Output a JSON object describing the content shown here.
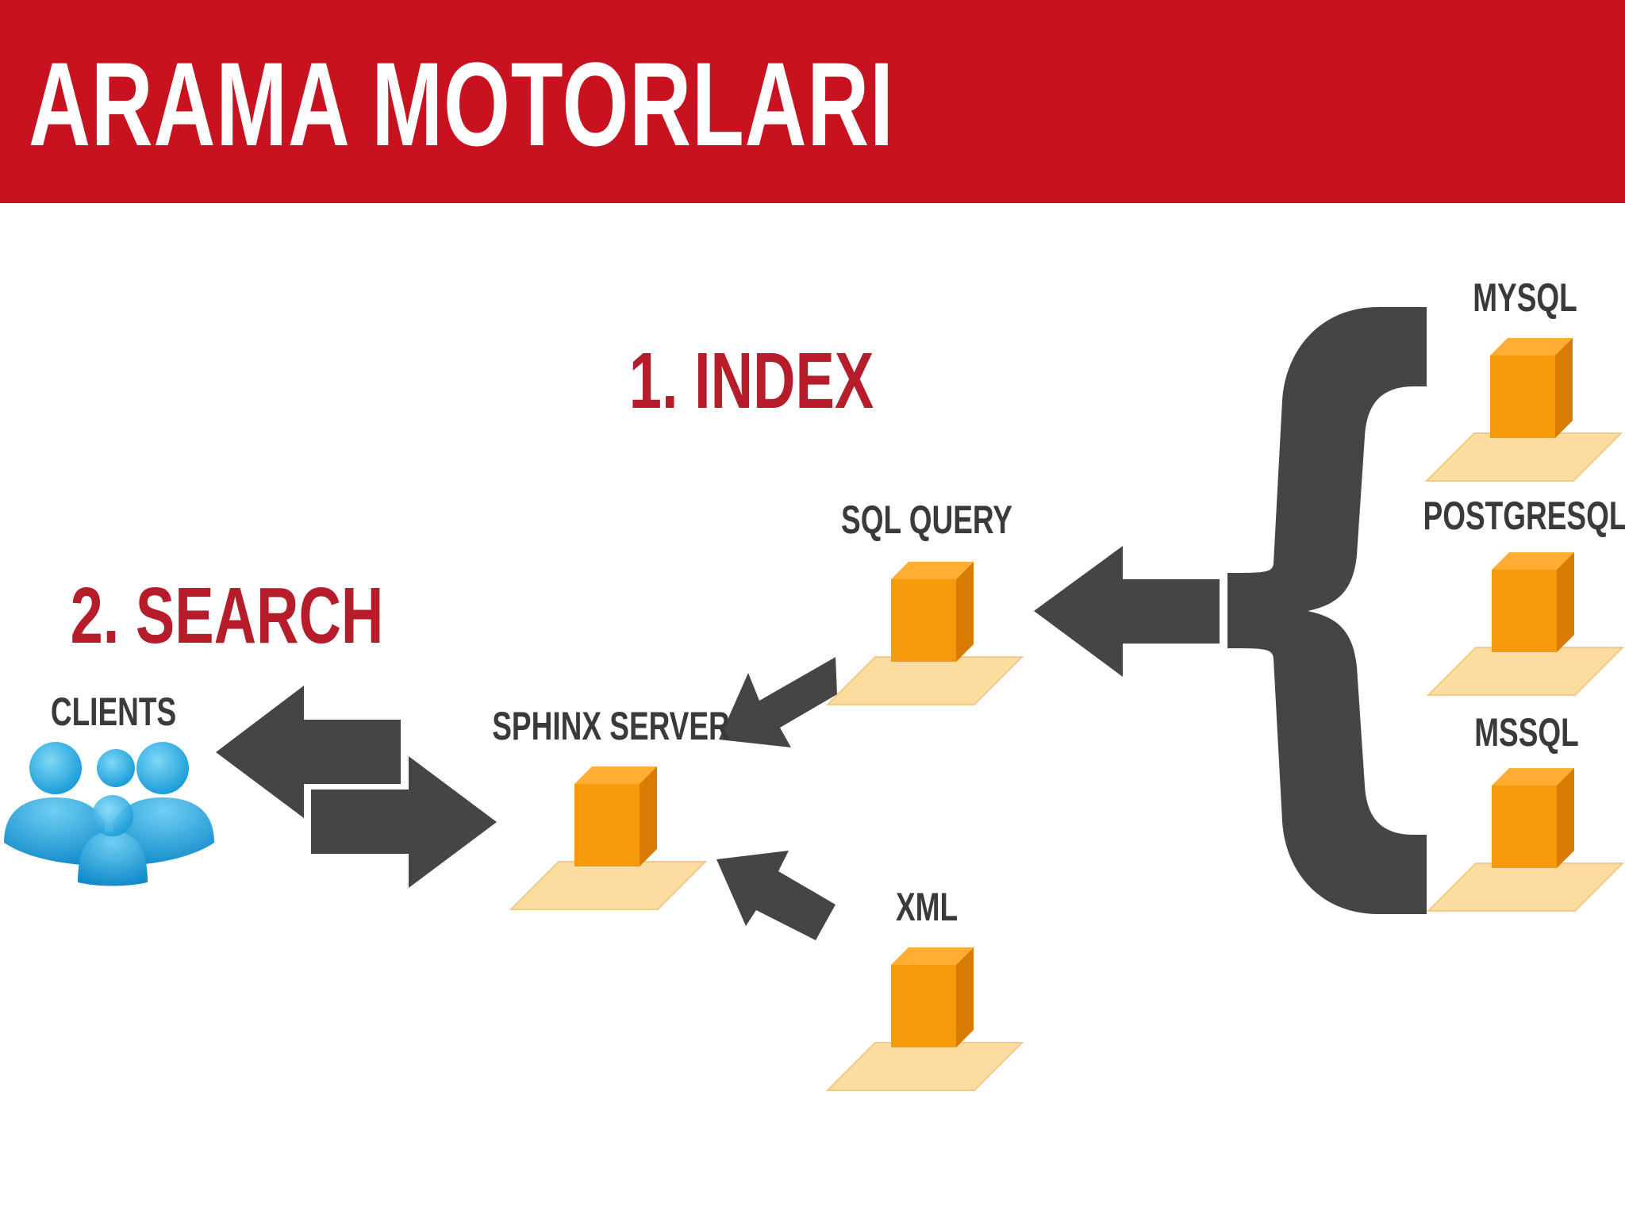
{
  "header": {
    "title": "ARAMA MOTORLARI"
  },
  "steps": {
    "index": "1. INDEX",
    "search": "2. SEARCH"
  },
  "nodes": {
    "clients": "CLIENTS",
    "sphinx_server": "SPHINX SERVER",
    "sql_query": "SQL QUERY",
    "xml": "XML",
    "mysql": "MYSQL",
    "postgresql": "POSTGRESQL",
    "mssql": "MSSQL"
  },
  "colors": {
    "header_bg": "#c8121f",
    "step_text": "#b71c2a",
    "label_text": "#3a3a3c",
    "arrow": "#454547",
    "cube_front": "#f59a0a",
    "cube_top": "#ffad33",
    "cube_side": "#d77c00",
    "cube_base": "#fddca0",
    "clients_icon": "#1ea6dd"
  },
  "icons": [
    "server-cube-icon",
    "clients-group-icon",
    "arrow-icon",
    "brace-icon"
  ]
}
